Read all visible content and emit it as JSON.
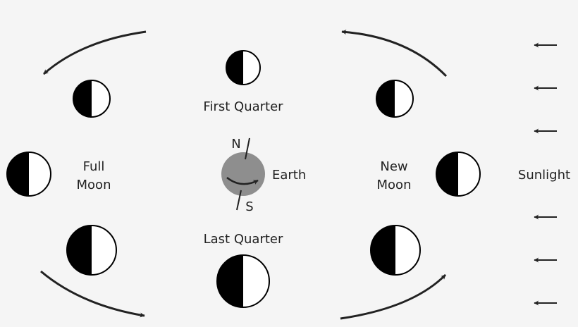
{
  "labels": {
    "first_quarter": "First Quarter",
    "last_quarter": "Last Quarter",
    "full_moon_line1": "Full",
    "full_moon_line2": "Moon",
    "new_moon_line1": "New",
    "new_moon_line2": "Moon",
    "earth": "Earth",
    "north": "N",
    "south": "S",
    "sunlight": "Sunlight"
  },
  "colors": {
    "background": "#f5f5f5",
    "earth": "#8e8e8e",
    "lit_side": "#ffffff",
    "dark_side": "#000000",
    "ink": "#222222"
  },
  "icons": {
    "moon": "half-lit-moon-icon",
    "orbit_arrow": "curved-arrow-icon",
    "sun_ray": "left-arrow-icon"
  }
}
